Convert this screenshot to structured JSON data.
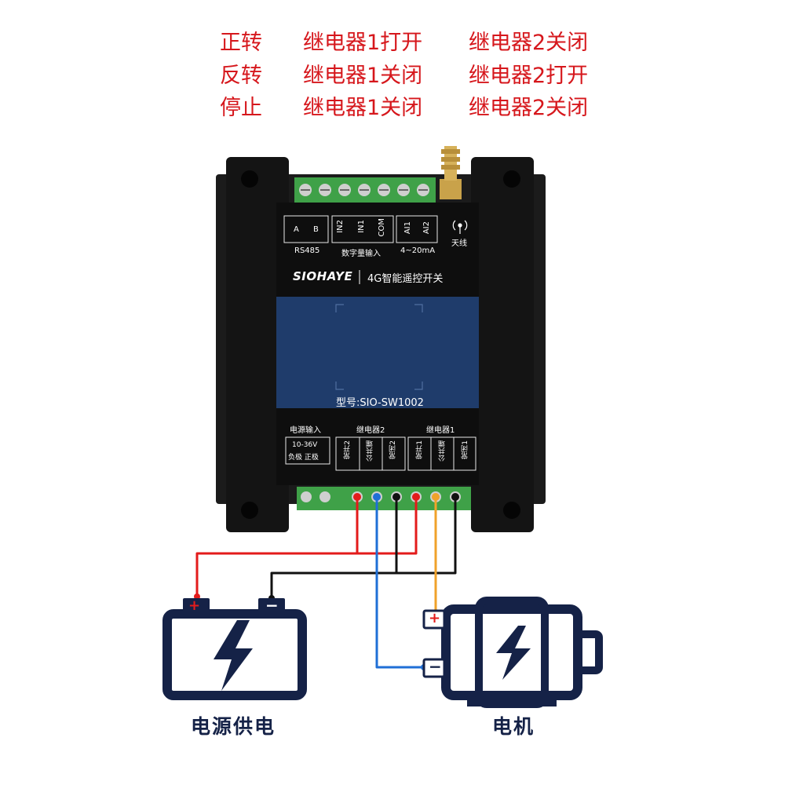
{
  "rules": [
    {
      "action": "正转",
      "relay1": "继电器1打开",
      "relay2": "继电器2关闭"
    },
    {
      "action": "反转",
      "relay1": "继电器1关闭",
      "relay2": "继电器2打开"
    },
    {
      "action": "停止",
      "relay1": "继电器1关闭",
      "relay2": "继电器2关闭"
    }
  ],
  "device": {
    "ports_top": {
      "a": "A",
      "b": "B",
      "in2": "IN2",
      "in1": "IN1",
      "com": "COM",
      "ai1": "AI1",
      "ai2": "AI2",
      "rs485": "RS485",
      "digital_input": "数字量输入",
      "current_range": "4~20mA",
      "antenna": "天线"
    },
    "brand": "SIOHAYE",
    "product_name": "4G智能遥控开关",
    "model": "型号:SIO-SW1002",
    "ports_bottom": {
      "power_input": "电源输入",
      "relay2": "继电器2",
      "relay1": "继电器1",
      "voltage": "10-36V",
      "polarity": "负极 正极",
      "no2": "常开2",
      "com2": "公共端",
      "nc2": "常闭2",
      "no1": "常开1",
      "com1": "公共端",
      "nc1": "常闭1"
    }
  },
  "power_source": {
    "label": "电源供电",
    "plus": "+",
    "minus": "−"
  },
  "motor": {
    "label": "电机",
    "plus": "+",
    "minus": "−"
  },
  "colors": {
    "rule_text": "#d6171c",
    "icon_navy": "#152247",
    "panel_blue": "#1f3c6b",
    "wire_red": "#e31b1b",
    "wire_blue": "#1f6fd6",
    "wire_black": "#111111",
    "wire_orange": "#f0a22a"
  }
}
